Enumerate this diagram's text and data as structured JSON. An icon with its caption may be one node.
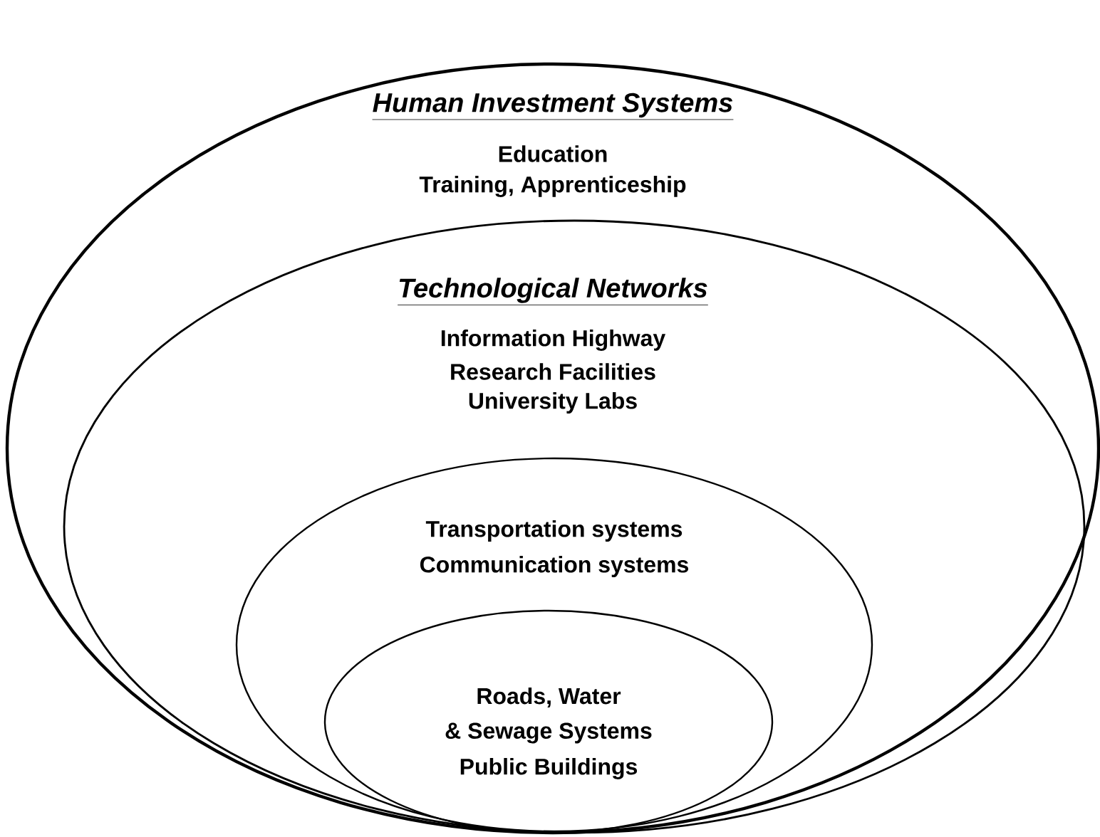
{
  "diagram": {
    "nodes": [
      {
        "text": [
          "Human Investment Systems",
          "Education",
          "Training, Apprenticeship"
        ]
      },
      {
        "text": [
          "Technological Networks",
          "Information Highway",
          "Research Facilities",
          "University Labs"
        ],
        "in": 0
      },
      {
        "text": [
          "Transportation systems",
          "Communication systems"
        ],
        "in": 1
      },
      {
        "text": [
          "Roads, Water",
          "& Sewage Systems",
          "Public Buildings"
        ],
        "in": 2
      }
    ]
  }
}
